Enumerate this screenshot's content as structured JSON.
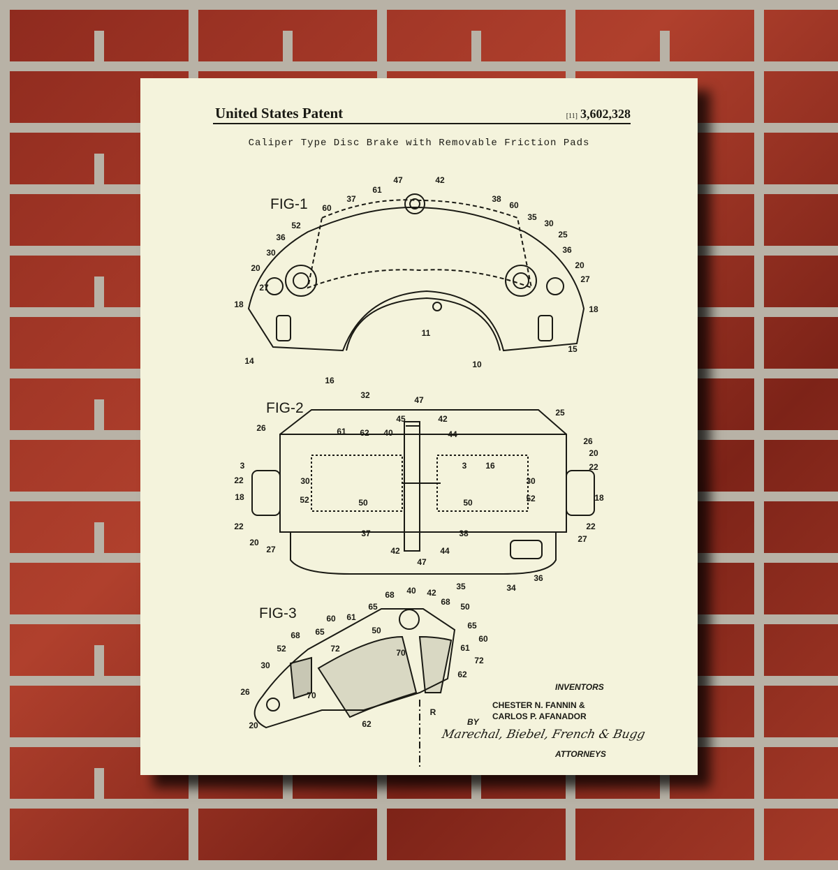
{
  "poster": {
    "title": "United States Patent",
    "number_prefix": "[11]",
    "number": "3,602,328",
    "subtitle": "Caliper Type Disc Brake with Removable Friction Pads",
    "fig1": {
      "label": "FIG-1",
      "parts": [
        "47",
        "42",
        "61",
        "37",
        "38",
        "60",
        "60",
        "35",
        "30",
        "25",
        "52",
        "36",
        "36",
        "30",
        "20",
        "20",
        "27",
        "27",
        "18",
        "18",
        "11",
        "15",
        "14",
        "10",
        "16"
      ]
    },
    "fig2": {
      "label": "FIG-2",
      "parts": [
        "32",
        "47",
        "25",
        "45",
        "42",
        "26",
        "61",
        "62",
        "40",
        "44",
        "26",
        "3",
        "3",
        "16",
        "20",
        "22",
        "22",
        "30",
        "30",
        "18",
        "18",
        "52",
        "50",
        "50",
        "52",
        "22",
        "22",
        "20",
        "27",
        "37",
        "38",
        "27",
        "42",
        "44",
        "47",
        "36",
        "34"
      ]
    },
    "fig3": {
      "label": "FIG-3",
      "parts": [
        "35",
        "68",
        "40",
        "42",
        "68",
        "65",
        "50",
        "60",
        "61",
        "65",
        "50",
        "60",
        "68",
        "65",
        "52",
        "72",
        "70",
        "61",
        "72",
        "30",
        "62",
        "70",
        "26",
        "62",
        "R",
        "20"
      ]
    },
    "inventors_heading": "INVENTORS",
    "inventor_1": "CHESTER N. FANNIN &",
    "inventor_2": "CARLOS P. AFANADOR",
    "by": "BY",
    "signature": "Marechal, Biebel, French & Bugg",
    "attorneys": "ATTORNEYS"
  },
  "colors": {
    "paper": "#f4f3dc",
    "ink": "#1a1a14",
    "brick": "#a63a28",
    "mortar": "#b8b2a6"
  }
}
